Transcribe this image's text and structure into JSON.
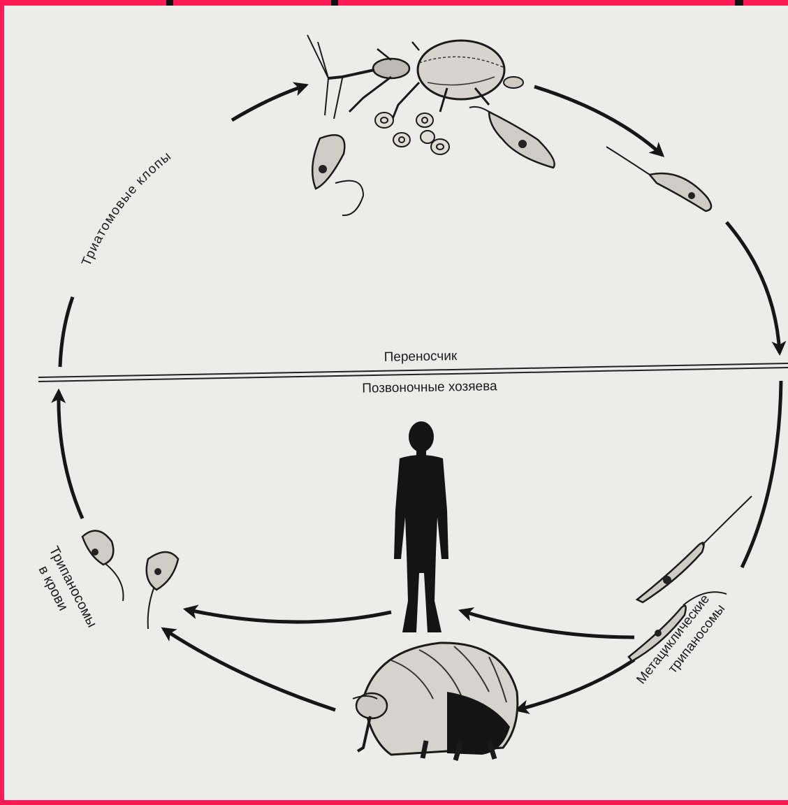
{
  "labels": {
    "vector": "Переносчик",
    "vertebrate_hosts": "Позвоночные хозяева",
    "triatomine_bugs": "Триатомовые клопы",
    "blood_trypanosomes_line1": "Трипаносомы",
    "blood_trypanosomes_line2": "в крови",
    "metacyclic_line1": "Метациклические",
    "metacyclic_line2": "трипаносомы"
  },
  "colors": {
    "frame": "#ff1a55",
    "background": "#ececeb",
    "ink": "#161616"
  },
  "icons": [
    "triatomine-bug-icon",
    "trypanosome-icon",
    "human-silhouette-icon",
    "armadillo-icon",
    "red-blood-cell-icon"
  ]
}
